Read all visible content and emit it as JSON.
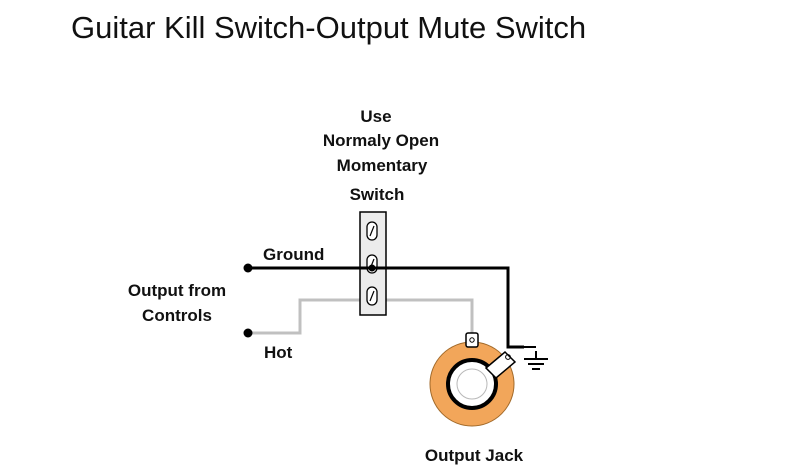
{
  "title": "Guitar Kill Switch-Output Mute Switch",
  "switch_note": {
    "line1": "Use",
    "line2": "Normaly Open",
    "line3": "Momentary",
    "line4": "Switch"
  },
  "labels": {
    "ground": "Ground",
    "hot": "Hot",
    "output_from_line1": "Output from",
    "output_from_line2": "Controls",
    "output_jack": "Output Jack"
  },
  "colors": {
    "ground_wire": "#000000",
    "hot_wire": "#c0c0c0",
    "jack_ring": "#f2a65a",
    "switch_body": "#ececec"
  },
  "icons": {
    "ground": "ground-symbol-icon"
  }
}
